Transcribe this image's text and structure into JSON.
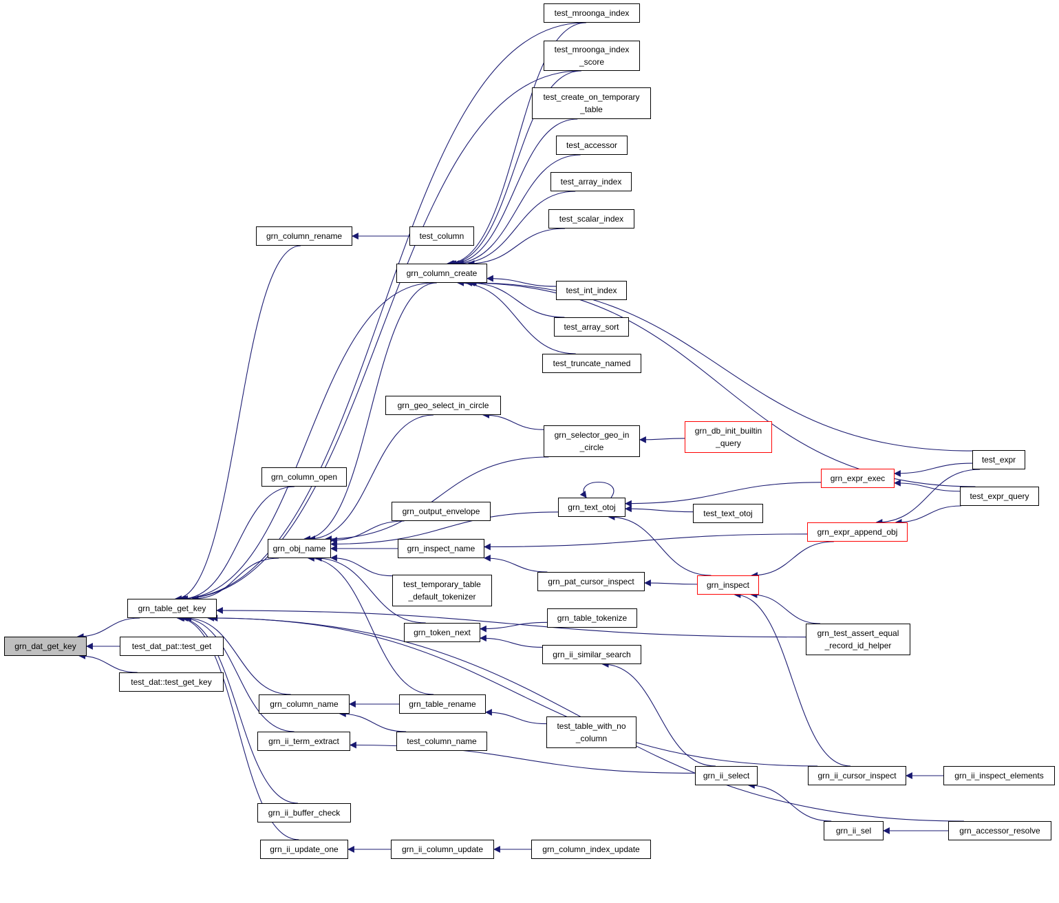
{
  "diagram": {
    "type": "call-graph",
    "colors": {
      "edge": "#191970",
      "node_border": "#000000",
      "truncated_border": "#ff0000",
      "focus_fill": "#bfbfbf"
    },
    "nodes": [
      {
        "id": "grn_dat_get_key",
        "label": "grn_dat_get_key",
        "focus": true
      },
      {
        "id": "grn_table_get_key",
        "label": "grn_table_get_key"
      },
      {
        "id": "test_dat_pat_test_get",
        "label": "test_dat_pat::test_get"
      },
      {
        "id": "test_dat_test_get_key",
        "label": "test_dat::test_get_key"
      },
      {
        "id": "test_mroonga_index",
        "label": "test_mroonga_index"
      },
      {
        "id": "test_mroonga_index_score",
        "label": "test_mroonga_index\n_score"
      },
      {
        "id": "test_create_on_temporary_table",
        "label": "test_create_on_temporary\n_table"
      },
      {
        "id": "test_accessor",
        "label": "test_accessor"
      },
      {
        "id": "test_array_index",
        "label": "test_array_index"
      },
      {
        "id": "test_scalar_index",
        "label": "test_scalar_index"
      },
      {
        "id": "grn_column_rename",
        "label": "grn_column_rename"
      },
      {
        "id": "test_column",
        "label": "test_column"
      },
      {
        "id": "grn_column_create",
        "label": "grn_column_create"
      },
      {
        "id": "test_int_index",
        "label": "test_int_index"
      },
      {
        "id": "test_array_sort",
        "label": "test_array_sort"
      },
      {
        "id": "test_truncate_named",
        "label": "test_truncate_named"
      },
      {
        "id": "grn_geo_select_in_circle",
        "label": "grn_geo_select_in_circle"
      },
      {
        "id": "grn_selector_geo_in_circle",
        "label": "grn_selector_geo_in\n_circle"
      },
      {
        "id": "grn_db_init_builtin_query",
        "label": "grn_db_init_builtin\n_query",
        "truncated": true
      },
      {
        "id": "grn_column_open",
        "label": "grn_column_open"
      },
      {
        "id": "grn_text_otoj",
        "label": "grn_text_otoj"
      },
      {
        "id": "grn_expr_exec",
        "label": "grn_expr_exec",
        "truncated": true
      },
      {
        "id": "test_expr",
        "label": "test_expr"
      },
      {
        "id": "test_expr_query",
        "label": "test_expr_query"
      },
      {
        "id": "grn_output_envelope",
        "label": "grn_output_envelope"
      },
      {
        "id": "test_text_otoj",
        "label": "test_text_otoj"
      },
      {
        "id": "grn_expr_append_obj",
        "label": "grn_expr_append_obj",
        "truncated": true
      },
      {
        "id": "grn_obj_name",
        "label": "grn_obj_name"
      },
      {
        "id": "grn_inspect_name",
        "label": "grn_inspect_name"
      },
      {
        "id": "grn_pat_cursor_inspect",
        "label": "grn_pat_cursor_inspect"
      },
      {
        "id": "grn_inspect",
        "label": "grn_inspect",
        "truncated": true
      },
      {
        "id": "test_temporary_table_default_tokenizer",
        "label": "test_temporary_table\n_default_tokenizer"
      },
      {
        "id": "grn_table_tokenize",
        "label": "grn_table_tokenize"
      },
      {
        "id": "grn_token_next",
        "label": "grn_token_next"
      },
      {
        "id": "grn_test_assert_equal_record_id_helper",
        "label": "grn_test_assert_equal\n_record_id_helper"
      },
      {
        "id": "grn_ii_similar_search",
        "label": "grn_ii_similar_search"
      },
      {
        "id": "grn_column_name",
        "label": "grn_column_name"
      },
      {
        "id": "grn_table_rename",
        "label": "grn_table_rename"
      },
      {
        "id": "test_table_with_no_column",
        "label": "test_table_with_no\n_column"
      },
      {
        "id": "grn_ii_term_extract",
        "label": "grn_ii_term_extract"
      },
      {
        "id": "test_column_name",
        "label": "test_column_name"
      },
      {
        "id": "grn_ii_select",
        "label": "grn_ii_select"
      },
      {
        "id": "grn_ii_cursor_inspect",
        "label": "grn_ii_cursor_inspect"
      },
      {
        "id": "grn_ii_inspect_elements",
        "label": "grn_ii_inspect_elements"
      },
      {
        "id": "grn_ii_buffer_check",
        "label": "grn_ii_buffer_check"
      },
      {
        "id": "grn_ii_sel",
        "label": "grn_ii_sel"
      },
      {
        "id": "grn_accessor_resolve",
        "label": "grn_accessor_resolve"
      },
      {
        "id": "grn_ii_update_one",
        "label": "grn_ii_update_one"
      },
      {
        "id": "grn_ii_column_update",
        "label": "grn_ii_column_update"
      },
      {
        "id": "grn_column_index_update",
        "label": "grn_column_index_update"
      }
    ],
    "edges": [
      [
        "grn_table_get_key",
        "grn_dat_get_key"
      ],
      [
        "test_dat_pat_test_get",
        "grn_dat_get_key"
      ],
      [
        "test_dat_test_get_key",
        "grn_dat_get_key"
      ],
      [
        "test_mroonga_index",
        "grn_table_get_key"
      ],
      [
        "test_mroonga_index_score",
        "grn_table_get_key"
      ],
      [
        "grn_column_rename",
        "grn_table_get_key"
      ],
      [
        "grn_column_create",
        "grn_table_get_key"
      ],
      [
        "grn_column_open",
        "grn_table_get_key"
      ],
      [
        "grn_obj_name",
        "grn_table_get_key"
      ],
      [
        "grn_test_assert_equal_record_id_helper",
        "grn_table_get_key"
      ],
      [
        "grn_column_name",
        "grn_table_get_key"
      ],
      [
        "grn_ii_term_extract",
        "grn_table_get_key"
      ],
      [
        "grn_ii_cursor_inspect",
        "grn_table_get_key"
      ],
      [
        "grn_ii_buffer_check",
        "grn_table_get_key"
      ],
      [
        "grn_ii_update_one",
        "grn_table_get_key"
      ],
      [
        "grn_accessor_resolve",
        "grn_table_get_key"
      ],
      [
        "test_column",
        "grn_column_rename"
      ],
      [
        "test_mroonga_index",
        "grn_column_create"
      ],
      [
        "test_mroonga_index_score",
        "grn_column_create"
      ],
      [
        "test_create_on_temporary_table",
        "grn_column_create"
      ],
      [
        "test_accessor",
        "grn_column_create"
      ],
      [
        "test_array_index",
        "grn_column_create"
      ],
      [
        "test_scalar_index",
        "grn_column_create"
      ],
      [
        "test_expr",
        "grn_column_create"
      ],
      [
        "test_int_index",
        "grn_column_create"
      ],
      [
        "test_array_sort",
        "grn_column_create"
      ],
      [
        "test_truncate_named",
        "grn_column_create"
      ],
      [
        "test_expr_query",
        "grn_column_create"
      ],
      [
        "grn_selector_geo_in_circle",
        "grn_geo_select_in_circle"
      ],
      [
        "grn_db_init_builtin_query",
        "grn_selector_geo_in_circle"
      ],
      [
        "grn_text_otoj",
        "grn_text_otoj"
      ],
      [
        "grn_expr_exec",
        "grn_text_otoj"
      ],
      [
        "test_text_otoj",
        "grn_text_otoj"
      ],
      [
        "grn_inspect",
        "grn_text_otoj"
      ],
      [
        "test_expr",
        "grn_expr_exec"
      ],
      [
        "test_expr_query",
        "grn_expr_exec"
      ],
      [
        "test_expr",
        "grn_expr_append_obj"
      ],
      [
        "test_expr_query",
        "grn_expr_append_obj"
      ],
      [
        "grn_column_create",
        "grn_obj_name"
      ],
      [
        "grn_geo_select_in_circle",
        "grn_obj_name"
      ],
      [
        "grn_selector_geo_in_circle",
        "grn_obj_name"
      ],
      [
        "grn_text_otoj",
        "grn_obj_name"
      ],
      [
        "grn_output_envelope",
        "grn_obj_name"
      ],
      [
        "grn_inspect_name",
        "grn_obj_name"
      ],
      [
        "test_temporary_table_default_tokenizer",
        "grn_obj_name"
      ],
      [
        "grn_token_next",
        "grn_obj_name"
      ],
      [
        "grn_table_rename",
        "grn_obj_name"
      ],
      [
        "grn_expr_append_obj",
        "grn_inspect_name"
      ],
      [
        "grn_pat_cursor_inspect",
        "grn_inspect_name"
      ],
      [
        "grn_inspect",
        "grn_pat_cursor_inspect"
      ],
      [
        "grn_expr_append_obj",
        "grn_inspect"
      ],
      [
        "grn_test_assert_equal_record_id_helper",
        "grn_inspect"
      ],
      [
        "grn_ii_cursor_inspect",
        "grn_inspect"
      ],
      [
        "grn_table_tokenize",
        "grn_token_next"
      ],
      [
        "grn_ii_similar_search",
        "grn_token_next"
      ],
      [
        "grn_ii_select",
        "grn_ii_similar_search"
      ],
      [
        "grn_table_rename",
        "grn_column_name"
      ],
      [
        "test_column_name",
        "grn_column_name"
      ],
      [
        "test_table_with_no_column",
        "grn_table_rename"
      ],
      [
        "grn_ii_select",
        "grn_ii_term_extract"
      ],
      [
        "grn_ii_sel",
        "grn_ii_select"
      ],
      [
        "grn_ii_inspect_elements",
        "grn_ii_cursor_inspect"
      ],
      [
        "grn_accessor_resolve",
        "grn_ii_sel"
      ],
      [
        "grn_ii_column_update",
        "grn_ii_update_one"
      ],
      [
        "grn_column_index_update",
        "grn_ii_column_update"
      ]
    ]
  }
}
